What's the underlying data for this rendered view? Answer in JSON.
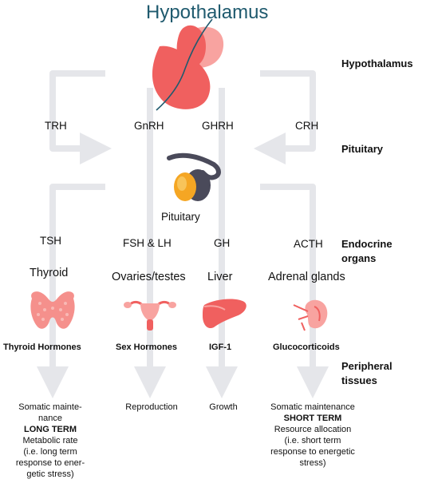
{
  "title": "Hypothalamus",
  "levels": {
    "hypothalamus": "Hypothalamus",
    "pituitary": "Pituitary",
    "endocrine_line1": "Endocrine",
    "endocrine_line2": "organs",
    "peripheral_line1": "Peripheral",
    "peripheral_line2": "tissues"
  },
  "releasing_hormones": [
    "TRH",
    "GnRH",
    "GHRH",
    "CRH"
  ],
  "pituitary_label": "Pituitary",
  "pituitary_hormones": [
    "TSH",
    "FSH & LH",
    "GH",
    "ACTH"
  ],
  "organs": [
    "Thyroid",
    "Ovaries/testes",
    "Liver",
    "Adrenal glands"
  ],
  "products": [
    "Thyroid Hormones",
    "Sex Hormones",
    "IGF-1",
    "Glucocorticoids"
  ],
  "outcomes": {
    "thyroid": [
      "Somatic mainte-",
      "nance",
      "LONG TERM",
      "Metabolic rate",
      "(i.e. long term",
      "response to ener-",
      "getic stress)"
    ],
    "sex": [
      "Reproduction"
    ],
    "growth": [
      "Growth"
    ],
    "adrenal": [
      "Somatic maintenance",
      "SHORT TERM",
      "Resource allocation",
      "(i.e. short term",
      "response to energetic",
      "stress)"
    ]
  },
  "icons": [
    "hypothalamus-icon",
    "pituitary-icon",
    "thyroid-icon",
    "uterus-icon",
    "liver-icon",
    "adrenal-icon"
  ],
  "colors": {
    "title": "#1f5a6e",
    "arrow": "#e5e6ea",
    "organ_red": "#f0605f",
    "organ_pink": "#f8a3a0",
    "pituitary_gray": "#4a4a5a",
    "pituitary_orange": "#f5a623"
  }
}
